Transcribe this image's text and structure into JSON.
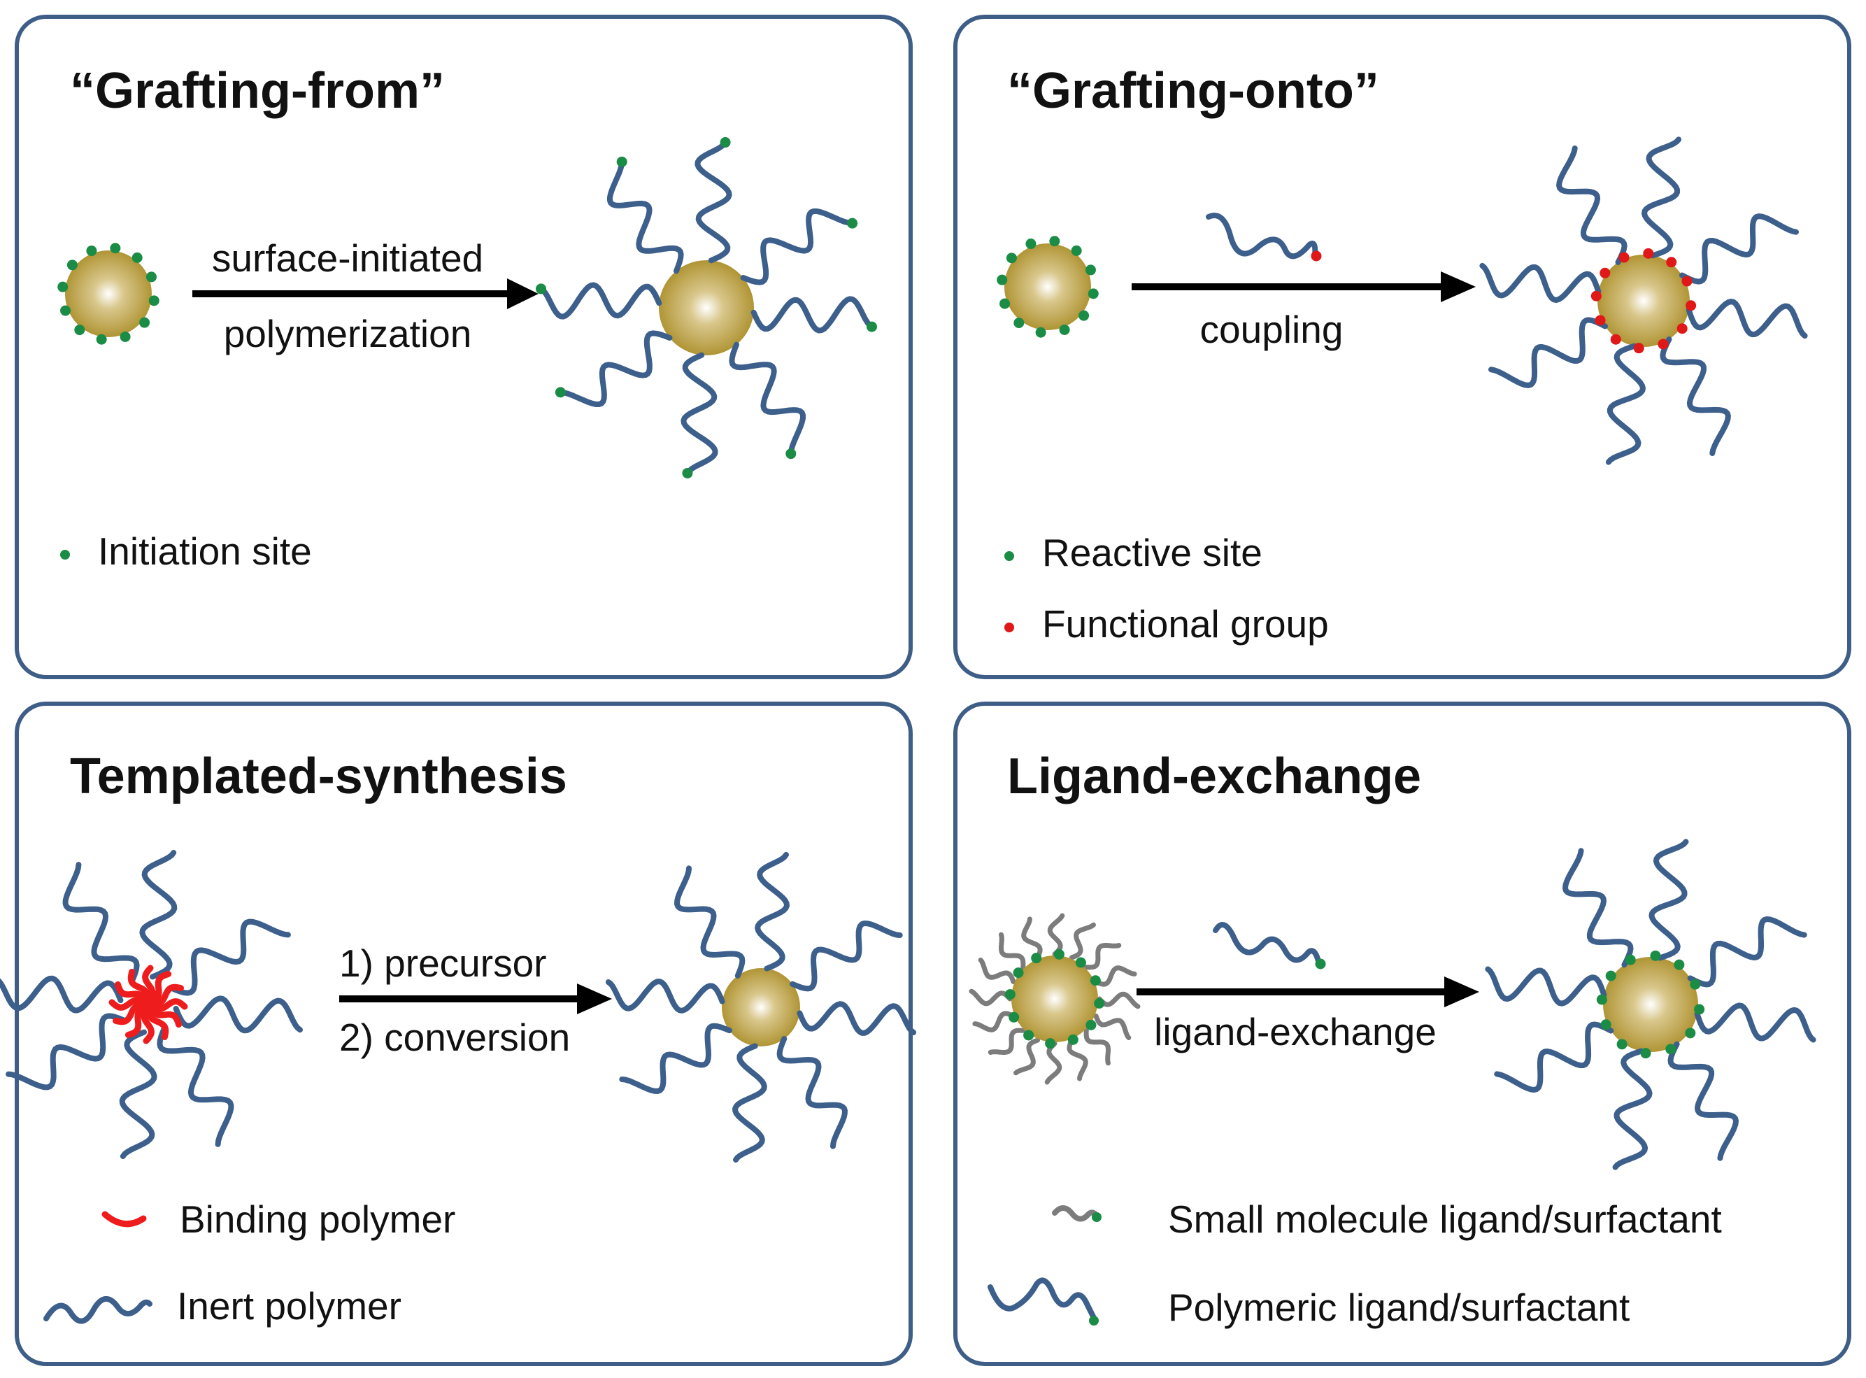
{
  "colors": {
    "panel_border": "#3e5e87",
    "polymer": "#3d5f8c",
    "small_ligand": "#7c7c7c",
    "initiation_site": "#1a8c45",
    "functional_group": "#e01818",
    "binding_polymer": "#ee1c1c",
    "nanoparticle_center": "#ffffff",
    "nanoparticle_mid": "#d9c78c",
    "nanoparticle_edge": "#b09535",
    "arrow": "#000000"
  },
  "panels": {
    "grafting_from": {
      "title": "“Grafting-from”",
      "arrow_label_top": "surface-initiated",
      "arrow_label_bottom": "polymerization",
      "legend": [
        {
          "marker": "green-dot",
          "text": "Initiation site"
        }
      ]
    },
    "grafting_onto": {
      "title": "“Grafting-onto”",
      "arrow_label_bottom": "coupling",
      "legend": [
        {
          "marker": "green-dot",
          "text": "Reactive site"
        },
        {
          "marker": "red-dot",
          "text": "Functional group"
        }
      ]
    },
    "templated_synthesis": {
      "title": "Templated-synthesis",
      "arrow_label_top": "1) precursor",
      "arrow_label_bottom": "2) conversion",
      "legend": [
        {
          "marker": "red-binding-polymer",
          "text": "Binding polymer"
        },
        {
          "marker": "blue-inert-polymer",
          "text": "Inert polymer"
        }
      ]
    },
    "ligand_exchange": {
      "title": "Ligand-exchange",
      "arrow_label_bottom": "ligand-exchange",
      "legend": [
        {
          "marker": "gray-small-ligand",
          "text": "Small molecule ligand/surfactant"
        },
        {
          "marker": "blue-polymeric-ligand",
          "text": "Polymeric ligand/surfactant"
        }
      ]
    }
  }
}
